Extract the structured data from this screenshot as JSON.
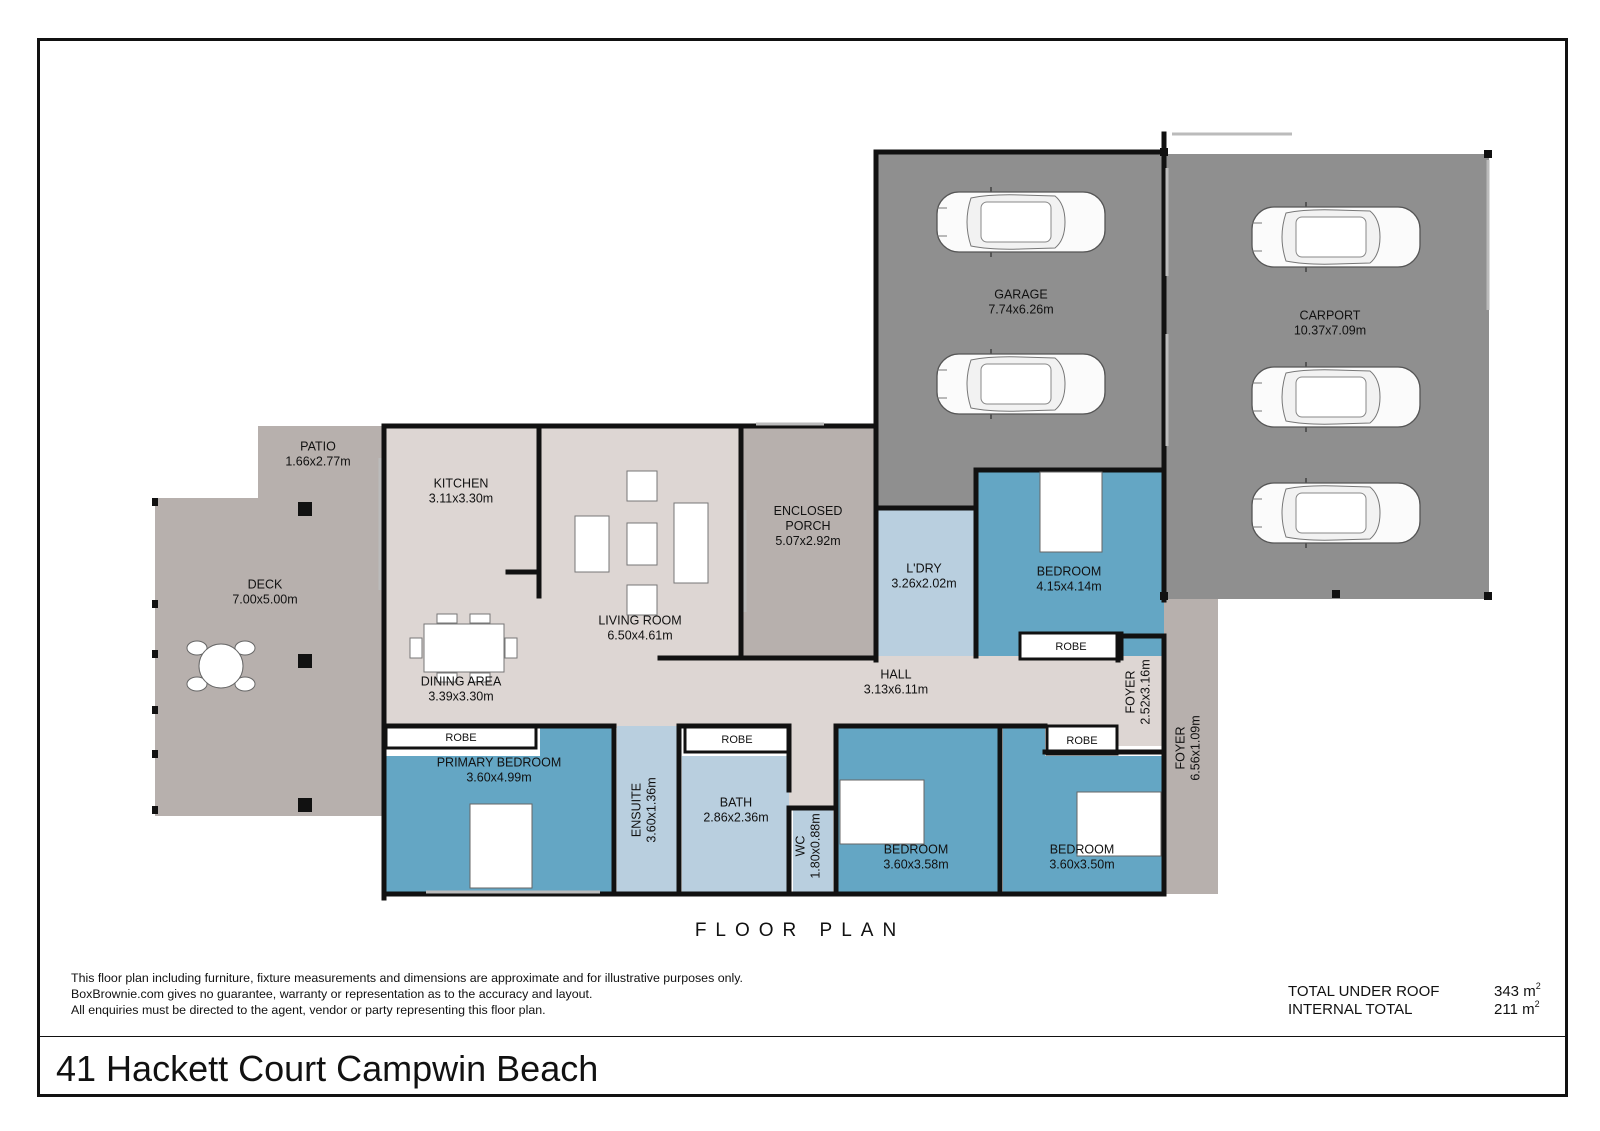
{
  "title": "FLOOR PLAN",
  "disclaimer": [
    "This floor plan including furniture, fixture measurements and dimensions are approximate and for illustrative purposes only.",
    "BoxBrownie.com gives no guarantee, warranty or representation as to the accuracy and layout.",
    "All enquiries must be directed to the agent, vendor or party representing this floor plan."
  ],
  "totals": {
    "under_roof_label": "TOTAL UNDER ROOF",
    "under_roof_value": "343 m",
    "internal_label": "INTERNAL TOTAL",
    "internal_value": "211 m",
    "unit_power": "2"
  },
  "address": "41 Hackett Court Campwin Beach",
  "colors": {
    "garage": "#8f8f8f",
    "bedroom": "#64a6c4",
    "wet_area": "#b9cfdf",
    "interior": "#ddd6d3",
    "outdoor": "#b7b0ad",
    "wall": "#111111"
  },
  "rooms": [
    {
      "id": "garage",
      "label": "GARAGE",
      "dims": "7.74x6.26m"
    },
    {
      "id": "carport",
      "label": "CARPORT",
      "dims": "10.37x7.09m"
    },
    {
      "id": "patio",
      "label": "PATIO",
      "dims": "1.66x2.77m"
    },
    {
      "id": "kitchen",
      "label": "KITCHEN",
      "dims": "3.11x3.30m"
    },
    {
      "id": "deck",
      "label": "DECK",
      "dims": "7.00x5.00m"
    },
    {
      "id": "enclosed-porch",
      "label": "ENCLOSED",
      "label2": "PORCH",
      "dims": "5.07x2.92m"
    },
    {
      "id": "laundry",
      "label": "L'DRY",
      "dims": "3.26x2.02m"
    },
    {
      "id": "bedroom-2",
      "label": "BEDROOM",
      "dims": "4.15x4.14m"
    },
    {
      "id": "living-room",
      "label": "LIVING ROOM",
      "dims": "6.50x4.61m"
    },
    {
      "id": "dining-area",
      "label": "DINING AREA",
      "dims": "3.39x3.30m"
    },
    {
      "id": "hall",
      "label": "HALL",
      "dims": "3.13x6.11m"
    },
    {
      "id": "foyer-1",
      "label": "FOYER",
      "dims": "2.52x3.16m"
    },
    {
      "id": "foyer-2",
      "label": "FOYER",
      "dims": "6.56x1.09m"
    },
    {
      "id": "primary-bedroom",
      "label": "PRIMARY BEDROOM",
      "dims": "3.60x4.99m"
    },
    {
      "id": "ensuite",
      "label": "ENSUITE",
      "dims": "3.60x1.36m"
    },
    {
      "id": "bath",
      "label": "BATH",
      "dims": "2.86x2.36m"
    },
    {
      "id": "wc",
      "label": "WC",
      "dims": "1.80x0.88m"
    },
    {
      "id": "bedroom-3",
      "label": "BEDROOM",
      "dims": "3.60x3.58m"
    },
    {
      "id": "bedroom-4",
      "label": "BEDROOM",
      "dims": "3.60x3.50m"
    }
  ],
  "robe_label": "ROBE"
}
